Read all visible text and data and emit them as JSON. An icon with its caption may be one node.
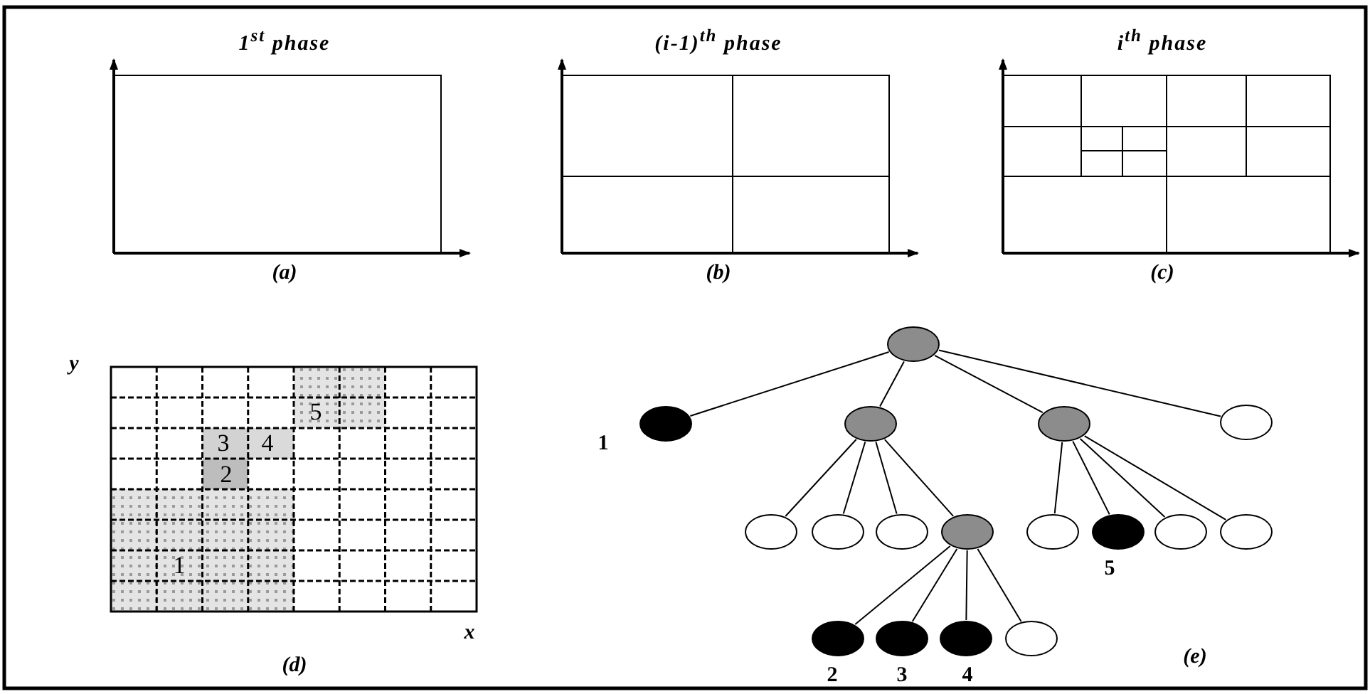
{
  "diagram": {
    "nodes": [
      {
        "text": [],
        "shape": "circle"
      },
      {
        "text": [],
        "shape": "circle",
        "beside": [
          "1"
        ]
      },
      {
        "text": [],
        "shape": "circle"
      },
      {
        "text": [],
        "shape": "circle"
      },
      {
        "text": [],
        "shape": "circle"
      },
      {
        "text": [],
        "shape": "circle"
      },
      {
        "text": [],
        "shape": "circle"
      },
      {
        "text": [],
        "shape": "circle"
      },
      {
        "text": [],
        "shape": "circle"
      },
      {
        "text": [],
        "shape": "circle"
      },
      {
        "text": [],
        "shape": "circle",
        "beside": [
          "5"
        ]
      },
      {
        "text": [],
        "shape": "circle"
      },
      {
        "text": [],
        "shape": "circle"
      },
      {
        "text": [],
        "shape": "circle",
        "beside": [
          "2"
        ]
      },
      {
        "text": [],
        "shape": "circle",
        "beside": [
          "3"
        ]
      },
      {
        "text": [],
        "shape": "circle",
        "beside": [
          "4"
        ]
      },
      {
        "text": [],
        "shape": "circle"
      }
    ],
    "edges": [
      {
        "from": 0,
        "to": 1,
        "arrow": "none"
      },
      {
        "from": 0,
        "to": 2,
        "arrow": "none"
      },
      {
        "from": 0,
        "to": 3,
        "arrow": "none"
      },
      {
        "from": 0,
        "to": 4,
        "arrow": "none"
      },
      {
        "from": 2,
        "to": 5,
        "arrow": "none"
      },
      {
        "from": 2,
        "to": 6,
        "arrow": "none"
      },
      {
        "from": 2,
        "to": 7,
        "arrow": "none"
      },
      {
        "from": 2,
        "to": 8,
        "arrow": "none"
      },
      {
        "from": 3,
        "to": 9,
        "arrow": "none"
      },
      {
        "from": 3,
        "to": 10,
        "arrow": "none"
      },
      {
        "from": 3,
        "to": 11,
        "arrow": "none"
      },
      {
        "from": 3,
        "to": 12,
        "arrow": "none"
      },
      {
        "from": 8,
        "to": 13,
        "arrow": "none"
      },
      {
        "from": 8,
        "to": 14,
        "arrow": "none"
      },
      {
        "from": 8,
        "to": 15,
        "arrow": "none"
      },
      {
        "from": 8,
        "to": 16,
        "arrow": "none"
      }
    ],
    "labels": [
      "1$^{st}$ phase",
      "(i-1)$^{th}$ phase",
      "i$^{th}$ phase",
      "(a)",
      "(b)",
      "(c)",
      "y",
      "5",
      "3",
      "4",
      "2",
      "1",
      "x",
      "(d)",
      "(e)"
    ]
  }
}
